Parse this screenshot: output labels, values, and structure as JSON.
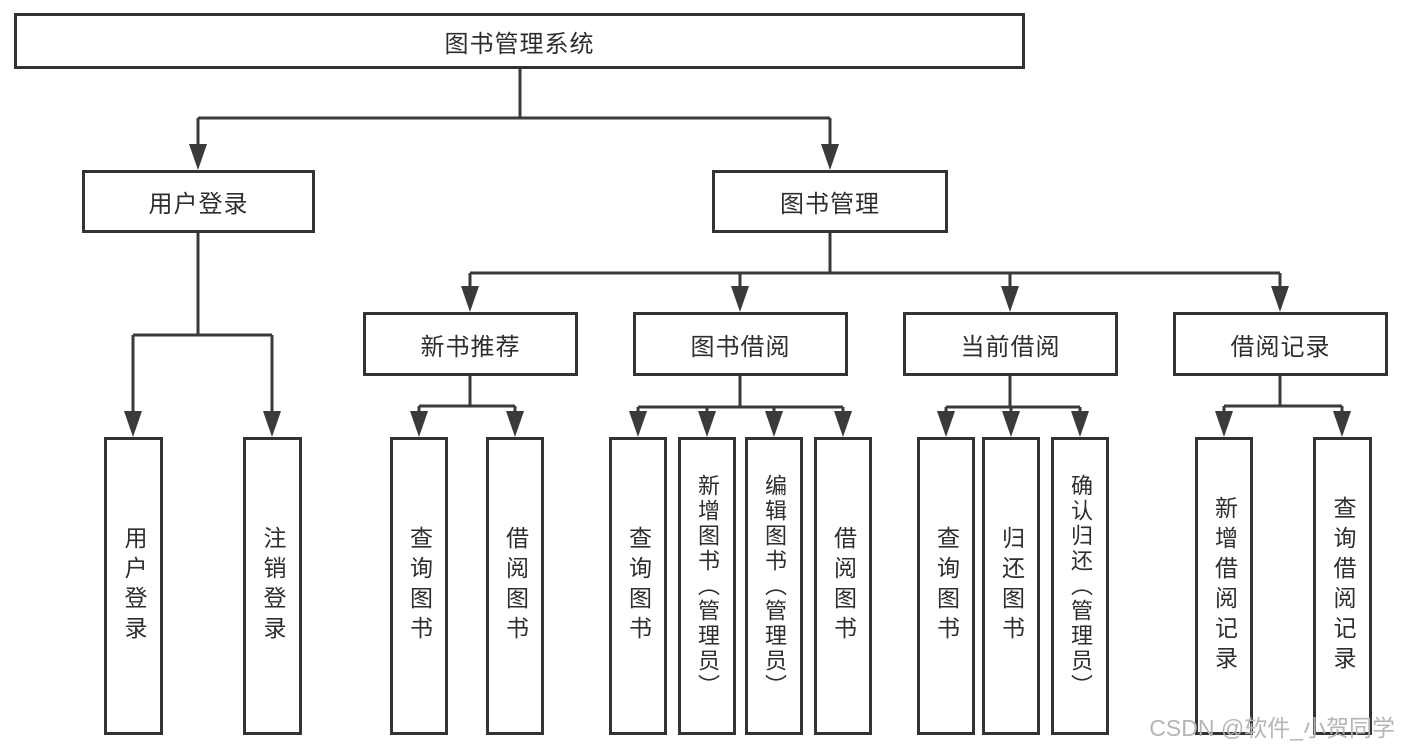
{
  "colors": {
    "line": "#3a3a3a",
    "border": "#333333",
    "box_fill": "#ffffff",
    "text": "#2e2e2e",
    "watermark": "#b5b5b5"
  },
  "tree": {
    "root": {
      "label": "图书管理系统"
    },
    "branches": [
      {
        "label": "用户登录",
        "children": [
          {
            "label": "用户登录"
          },
          {
            "label": "注销登录"
          }
        ]
      },
      {
        "label": "图书管理",
        "children": [
          {
            "label": "新书推荐",
            "children": [
              {
                "label": "查询图书"
              },
              {
                "label": "借阅图书"
              }
            ]
          },
          {
            "label": "图书借阅",
            "children": [
              {
                "label": "查询图书"
              },
              {
                "label": "新增图书（管理员）"
              },
              {
                "label": "编辑图书（管理员）"
              },
              {
                "label": "借阅图书"
              }
            ]
          },
          {
            "label": "当前借阅",
            "children": [
              {
                "label": "查询图书"
              },
              {
                "label": "归还图书"
              },
              {
                "label": "确认归还（管理员）"
              }
            ]
          },
          {
            "label": "借阅记录",
            "children": [
              {
                "label": "新增借阅记录"
              },
              {
                "label": "查询借阅记录"
              }
            ]
          }
        ]
      }
    ]
  },
  "watermark": {
    "label": "CSDN @软件_小贺同学"
  }
}
